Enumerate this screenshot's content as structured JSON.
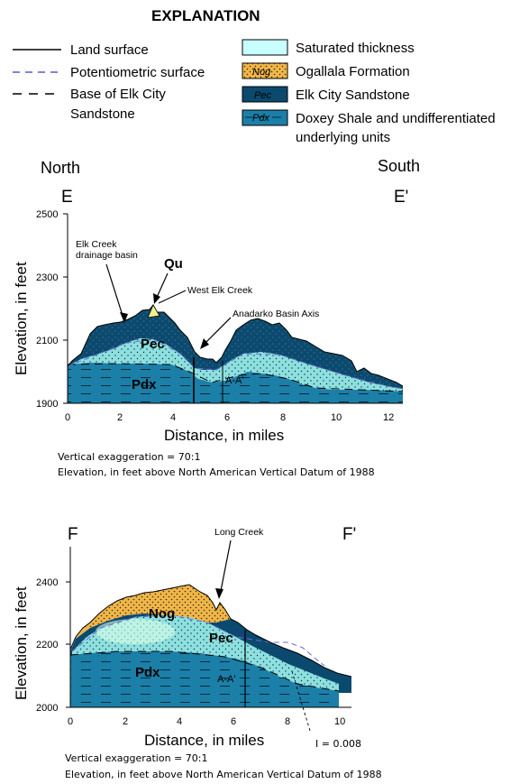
{
  "legend": {
    "title": "EXPLANATION",
    "line_items": [
      {
        "label": "Land surface"
      },
      {
        "label": "Potentiometric surface"
      },
      {
        "label": "Base of Elk City"
      },
      {
        "label": "Sandstone"
      }
    ],
    "swatch_items": [
      {
        "label": "Saturated thickness",
        "code": ""
      },
      {
        "label": "Ogallala Formation",
        "code": "Nog"
      },
      {
        "label": "Elk City Sandstone",
        "code": "Pec"
      },
      {
        "label": "Doxey Shale and undifferentiated",
        "code": "Pdx"
      },
      {
        "label": "underlying units",
        "code": ""
      }
    ]
  },
  "colors": {
    "saturated": "#c8ffff",
    "ogallala": "#f0b64a",
    "elk_city": "#0b4a6e",
    "doxey": "#1b7fa8",
    "saturated_overlay": "#8ee0de",
    "potentiometric": "#6a6ad8"
  },
  "section_e": {
    "direction_left": "North",
    "direction_right": "South",
    "label_left": "E",
    "label_right": "E'",
    "ylabel": "Elevation, in feet",
    "xlabel": "Distance, in miles",
    "yticks": [
      "2500",
      "2300",
      "2100",
      "1900"
    ],
    "xticks": [
      "0",
      "2",
      "4",
      "6",
      "8",
      "10",
      "12"
    ],
    "annotations": {
      "basin": "Elk Creek",
      "basin2": "drainage basin",
      "qu": "Qu",
      "creek": "West Elk Creek",
      "axis": "Anadarko Basin Axis",
      "aa": "A-A'"
    },
    "units": {
      "pec": "Pec",
      "pdx": "Pdx"
    },
    "note1": "Vertical exaggeration = 70:1",
    "note2": "Elevation, in feet above North American Vertical Datum of 1988"
  },
  "section_f": {
    "label_left": "F",
    "label_right": "F'",
    "ylabel": "Elevation, in feet",
    "xlabel": "Distance, in miles",
    "yticks": [
      "2400",
      "2200",
      "2000"
    ],
    "xticks": [
      "0",
      "2",
      "4",
      "6",
      "8",
      "10"
    ],
    "annotations": {
      "creek": "Long Creek",
      "aa": "A-A'",
      "gradient": "I = 0.008"
    },
    "units": {
      "nog": "Nog",
      "pec": "Pec",
      "pdx": "Pdx"
    },
    "note1": "Vertical exaggeration = 70:1",
    "note2": "Elevation, in feet above North American Vertical Datum of 1988"
  }
}
